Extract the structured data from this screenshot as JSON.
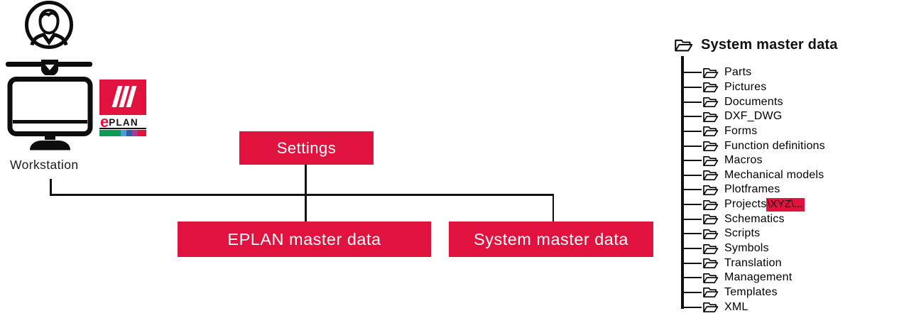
{
  "workstation": {
    "label": "Workstation"
  },
  "logo": {
    "e": "e",
    "plan": "PLAN"
  },
  "nodes": {
    "settings": "Settings",
    "eplan_master_data": "EPLAN master data",
    "system_master_data": "System master data"
  },
  "tree": {
    "title": "System master data",
    "items": [
      {
        "label": "Parts"
      },
      {
        "label": "Pictures"
      },
      {
        "label": "Documents"
      },
      {
        "label": "DXF_DWG"
      },
      {
        "label": "Forms"
      },
      {
        "label": "Function definitions"
      },
      {
        "label": "Macros"
      },
      {
        "label": "Mechanical models"
      },
      {
        "label": "Plotframes"
      },
      {
        "label": "Projects",
        "highlight": "\\XYZ\\..."
      },
      {
        "label": "Schematics"
      },
      {
        "label": "Scripts"
      },
      {
        "label": "Symbols"
      },
      {
        "label": "Translation"
      },
      {
        "label": "Management"
      },
      {
        "label": "Templates"
      },
      {
        "label": "XML"
      }
    ]
  },
  "colors": {
    "accent": "#E2123F",
    "line": "#111111",
    "logo_bar": [
      "#0D9A57",
      "#4A9FD8",
      "#2E5FA3",
      "#A23C96",
      "#E2123F"
    ]
  }
}
